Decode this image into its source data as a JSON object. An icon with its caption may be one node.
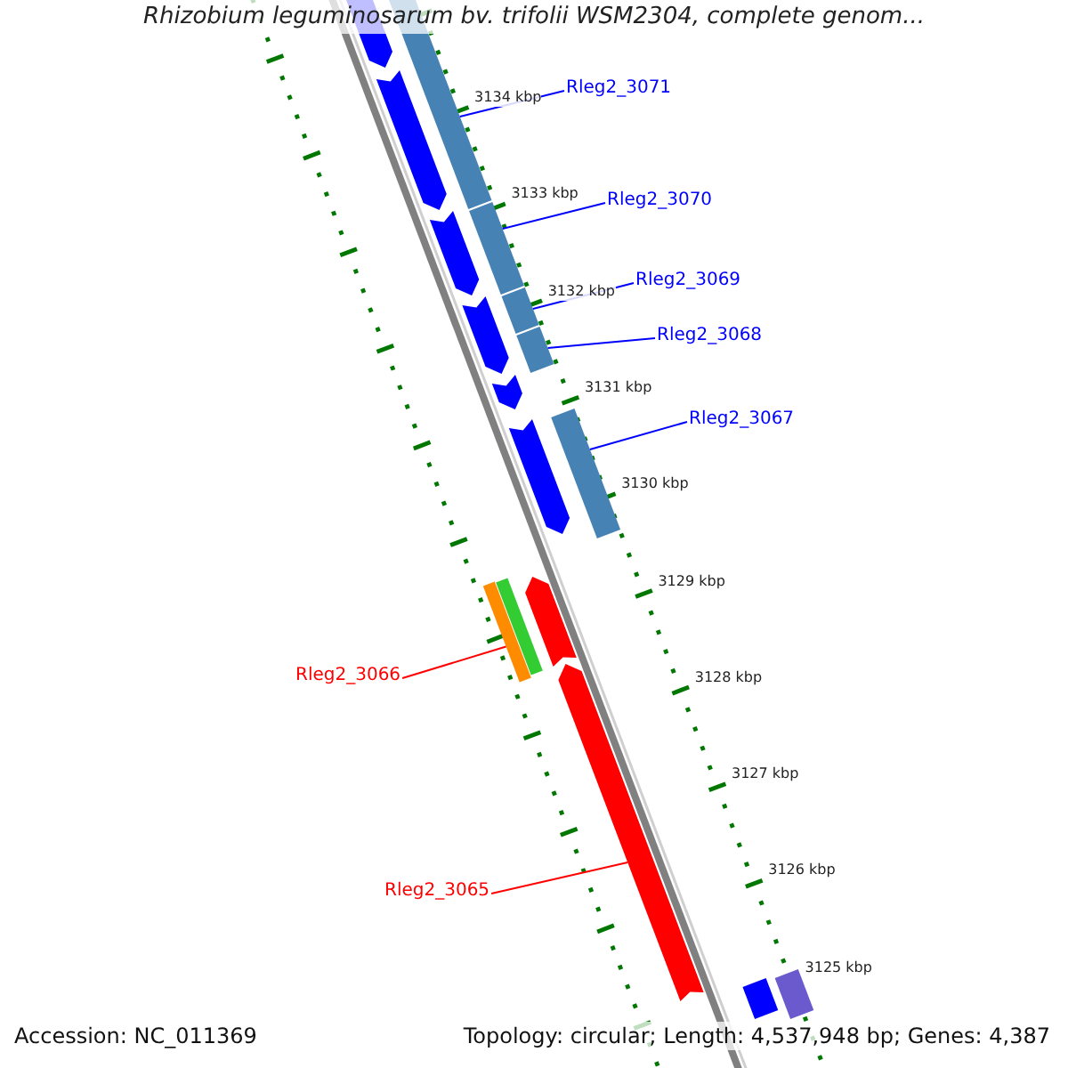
{
  "diagram": {
    "title": "Rhizobium leguminosarum bv. trifolii WSM2304, complete genom...",
    "nodes": [
      {
        "text": [
          "Rleg2_3071"
        ]
      },
      {
        "text": [
          "Rleg2_3070"
        ]
      },
      {
        "text": [
          "Rleg2_3069"
        ]
      },
      {
        "text": [
          "Rleg2_3068"
        ]
      },
      {
        "text": [
          "Rleg2_3067"
        ]
      },
      {
        "text": [
          "Rleg2_3066"
        ]
      },
      {
        "text": [
          "Rleg2_3065"
        ]
      },
      {
        "text": [],
        "shape": "bar"
      },
      {
        "text": [],
        "shape": "bar"
      },
      {
        "text": [],
        "shape": "bar"
      },
      {
        "text": [],
        "shape": "bar"
      },
      {
        "text": [],
        "shape": "bar"
      },
      {
        "text": [],
        "shape": "bar"
      },
      {
        "text": [],
        "shape": "arrow"
      },
      {
        "text": [],
        "shape": "arrow"
      },
      {
        "text": [],
        "shape": "arrow"
      },
      {
        "text": [],
        "shape": "arrow"
      },
      {
        "text": [],
        "shape": "arrow"
      },
      {
        "text": [],
        "shape": "arrow"
      },
      {
        "text": [],
        "shape": "arrow"
      },
      {
        "text": [],
        "shape": "arrow"
      },
      {
        "text": [],
        "shape": "bar"
      },
      {
        "text": [],
        "shape": "bar"
      },
      {
        "text": [],
        "shape": "bar"
      }
    ],
    "edges": [
      {
        "from": 0,
        "to": 7,
        "arrow": "none"
      },
      {
        "from": 1,
        "to": 8,
        "arrow": "none"
      },
      {
        "from": 2,
        "to": 9,
        "arrow": "none"
      },
      {
        "from": 3,
        "to": 10,
        "arrow": "none"
      },
      {
        "from": 4,
        "to": 11,
        "arrow": "none"
      },
      {
        "from": 5,
        "to": 12,
        "arrow": "none",
        "color": "#ff0000"
      },
      {
        "from": 6,
        "to": 13,
        "arrow": "none",
        "color": "#ff0000"
      }
    ],
    "labels": [
      "3134 kbp",
      "3133 kbp",
      "3132 kbp",
      "3131 kbp",
      "3130 kbp",
      "3129 kbp",
      "3128 kbp",
      "3127 kbp",
      "3126 kbp",
      "3125 kbp",
      "Accession: NC_011369",
      "Topology: circular; Length: 4,537,948 bp; Genes: 4,387"
    ]
  }
}
